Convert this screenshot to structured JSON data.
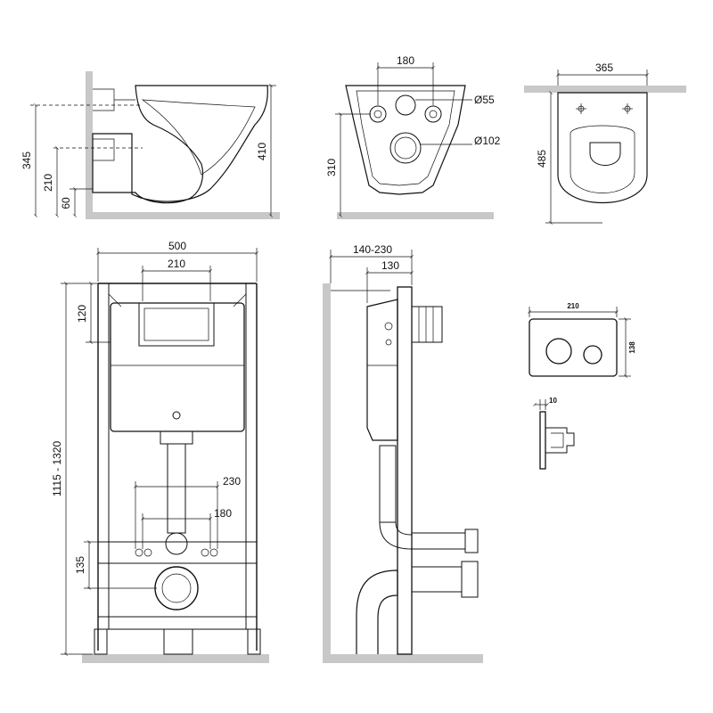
{
  "colors": {
    "line": "#111111",
    "wall": "#c8c8c8",
    "background": "#ffffff"
  },
  "views": {
    "bowl_side": {
      "dims": {
        "overall_345": "345",
        "outlet_210": "210",
        "base_60": "60",
        "height_410": "410"
      }
    },
    "bowl_rear": {
      "dims": {
        "bolt_spacing": "180",
        "hole_small": "Ø55",
        "hole_large": "Ø102",
        "height_310": "310"
      }
    },
    "bowl_top": {
      "dims": {
        "width_365": "365",
        "depth_485": "485"
      }
    },
    "frame_front": {
      "dims": {
        "width_500": "500",
        "tank_210": "210",
        "top_120": "120",
        "height_range": "1115 - 1320",
        "rod_230": "230",
        "rod_180": "180",
        "outlet_135": "135"
      }
    },
    "frame_side": {
      "dims": {
        "depth_range": "140-230",
        "depth_130": "130"
      }
    },
    "flush_plate": {
      "dims": {
        "width_210": "210",
        "height_138": "138",
        "thickness_10": "10"
      }
    }
  }
}
